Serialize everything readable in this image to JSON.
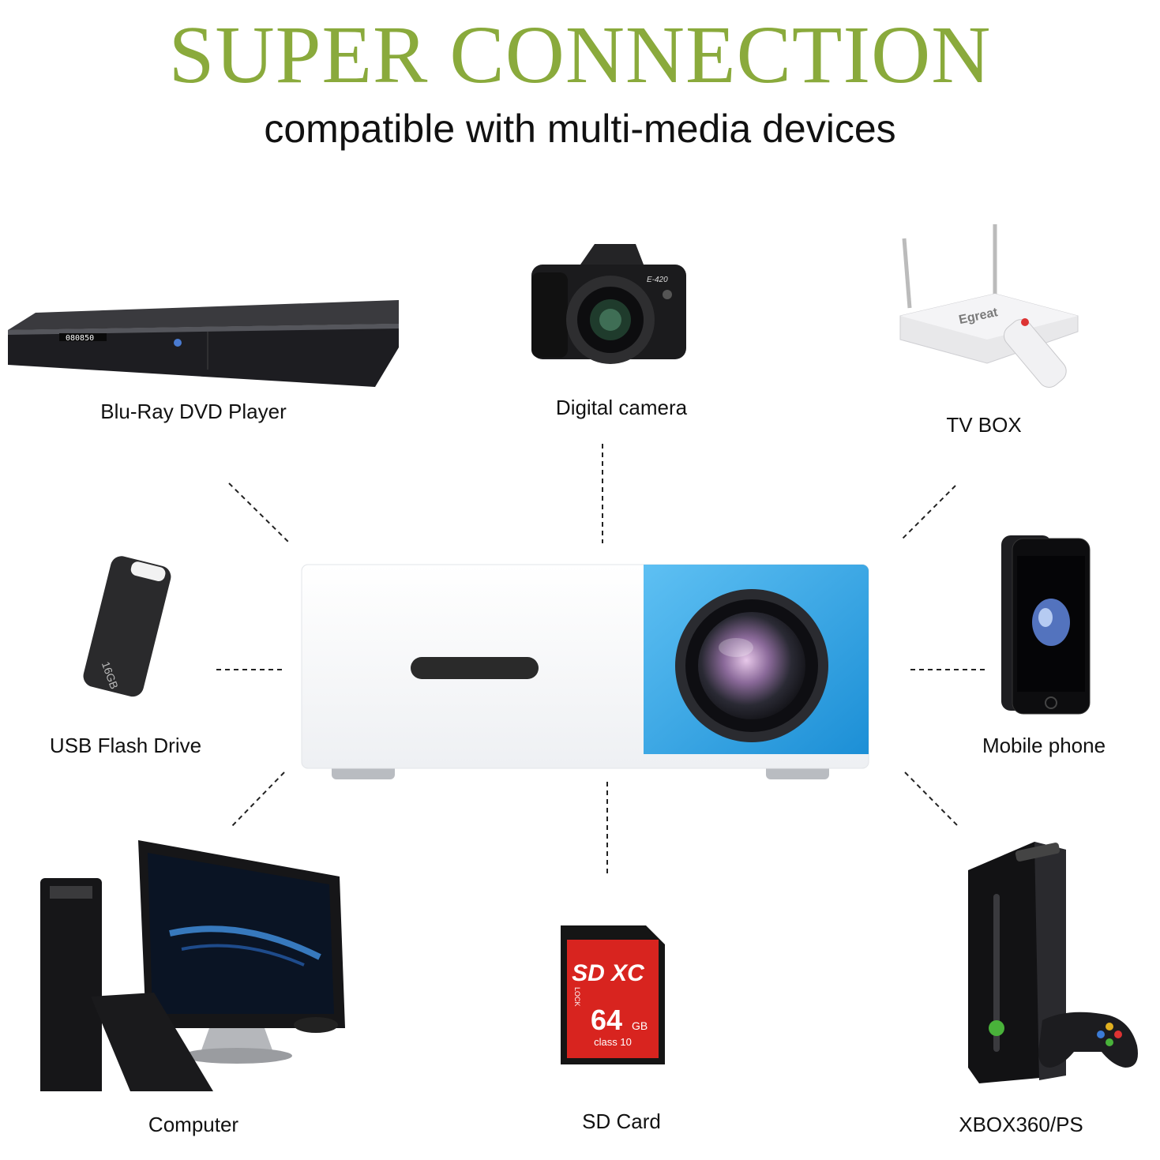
{
  "header": {
    "title": "SUPER CONNECTION",
    "subtitle": "compatible with multi-media devices"
  },
  "devices": [
    {
      "label": "Blu-Ray DVD Player",
      "icon": "bluray-player-icon"
    },
    {
      "label": "Digital camera",
      "icon": "camera-icon",
      "model_text": "E-420"
    },
    {
      "label": "TV BOX",
      "icon": "tv-box-icon",
      "brand_text": "Egreat"
    },
    {
      "label": "USB Flash Drive",
      "icon": "usb-drive-icon",
      "capacity_text": "16GB"
    },
    {
      "label": "Mobile phone",
      "icon": "phone-icon"
    },
    {
      "label": "Computer",
      "icon": "computer-icon"
    },
    {
      "label": "SD Card",
      "icon": "sd-card-icon",
      "logo_text": "SD XC",
      "lock_text": "LOCK",
      "capacity_text": "64",
      "unit_text": "GB",
      "class_text": "class 10"
    },
    {
      "label": "XBOX360/PS",
      "icon": "game-console-icon"
    }
  ],
  "colors": {
    "title": "#8aaa3c",
    "projector_blue": "#2a9fe0",
    "sd_red": "#d8241f"
  }
}
